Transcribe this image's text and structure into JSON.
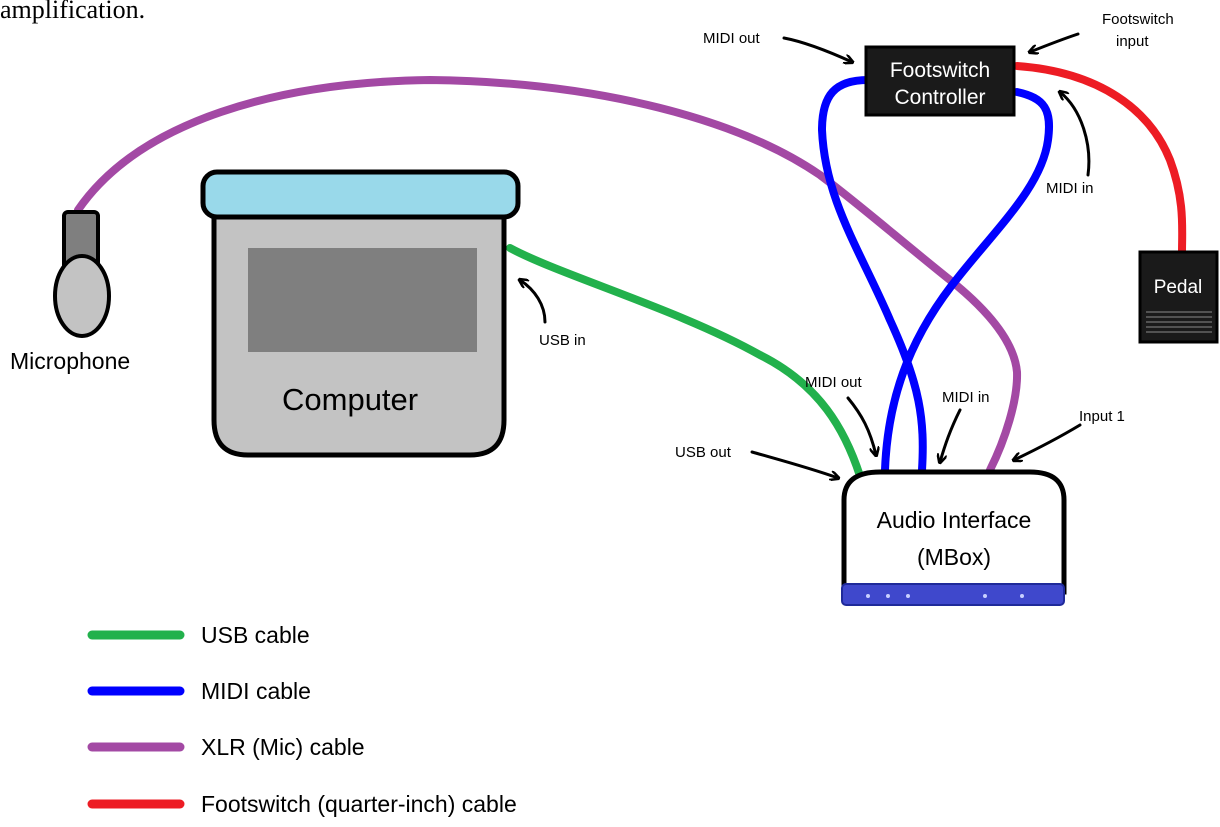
{
  "top_text": "amplification.",
  "devices": {
    "microphone": "Microphone",
    "computer": "Computer",
    "footswitch_line1": "Footswitch",
    "footswitch_line2": "Controller",
    "pedal": "Pedal",
    "audio_interface_line1": "Audio Interface",
    "audio_interface_line2": "(MBox)"
  },
  "ports": {
    "fc_midi_out": "MIDI out",
    "fc_footswitch_input_line1": "Footswitch",
    "fc_footswitch_input_line2": "input",
    "fc_midi_in": "MIDI in",
    "computer_usb_in": "USB in",
    "ai_midi_out": "MIDI out",
    "ai_midi_in": "MIDI in",
    "ai_input1": "Input 1",
    "ai_usb_out": "USB out"
  },
  "legend": [
    {
      "label": "USB cable",
      "color": "#22b14c"
    },
    {
      "label": "MIDI cable",
      "color": "#0000ff"
    },
    {
      "label": "XLR (Mic) cable",
      "color": "#a349a4"
    },
    {
      "label": "Footswitch (quarter-inch) cable",
      "color": "#ed1c24"
    }
  ],
  "colors": {
    "usb": "#22b14c",
    "midi": "#0000ff",
    "xlr": "#a349a4",
    "footswitch": "#ed1c24",
    "computer_top": "#99d9ea",
    "computer_body": "#c3c3c3",
    "screen": "#7f7f7f",
    "interface_base": "#3f48cc"
  }
}
